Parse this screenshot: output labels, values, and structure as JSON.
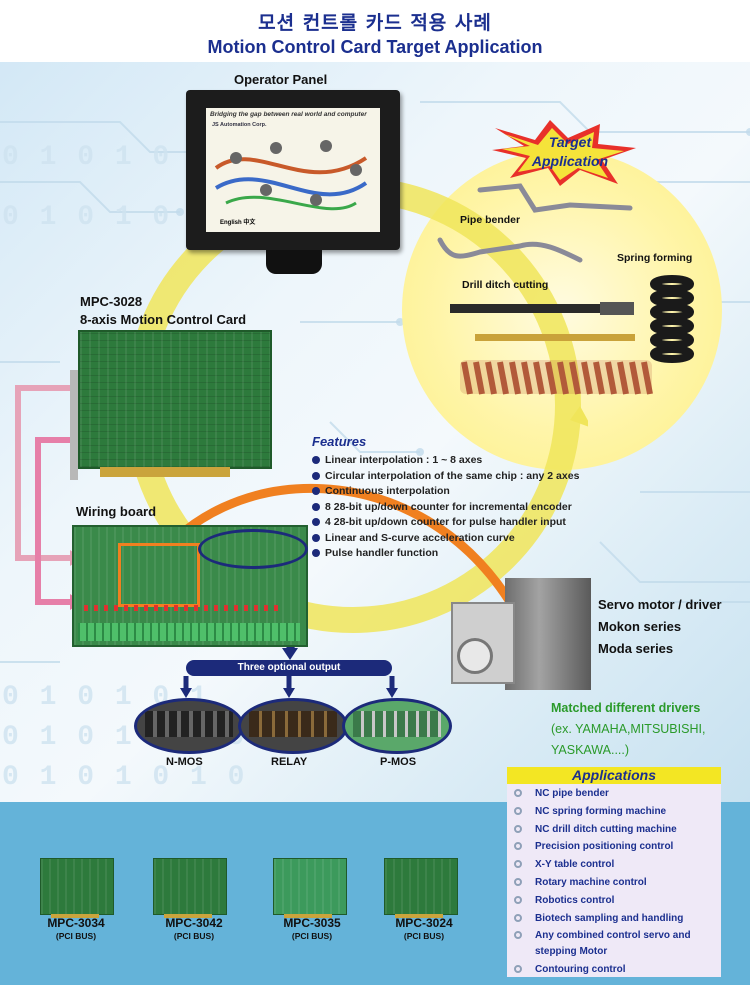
{
  "header": {
    "title_korean": "모션 컨트롤 카드 적용 사례",
    "title_english": "Motion Control Card Target Application"
  },
  "background_binary": [
    "0 1 0 1 0",
    "0 1 0 1 0 1",
    "0 1 0 1 0 1",
    "0 1 0 1 0 1 0 1",
    "0 1 0 1 0 1 0"
  ],
  "operator_panel": {
    "label": "Operator Panel",
    "screen_title": "Bridging the gap between real world and computer",
    "screen_brand": "JS Automation Corp.",
    "screen_lang": "English   中文"
  },
  "card": {
    "model": "MPC-3028",
    "description": "8-axis Motion Control Card"
  },
  "wiring_board": {
    "label": "Wiring board"
  },
  "target": {
    "line1": "Target",
    "line2": "Application",
    "labels": [
      "Pipe bender",
      "Spring forming",
      "Drill ditch cutting"
    ]
  },
  "features": {
    "title": "Features",
    "items": [
      "Linear interpolation  : 1 ~ 8 axes",
      "Circular interpolation of the same chip : any 2 axes",
      "Continuous interpolation",
      "8 28-bit up/down counter for incremental encoder",
      "4 28-bit up/down counter for pulse handler input",
      "Linear and S-curve acceleration curve",
      "Pulse handler function"
    ]
  },
  "optional_output": {
    "title": "Three optional output",
    "options": [
      "N-MOS",
      "RELAY",
      "P-MOS"
    ]
  },
  "servo": {
    "lines": [
      "Servo motor / driver",
      "Mokon series",
      "Moda series"
    ]
  },
  "drivers": {
    "title": "Matched different drivers",
    "line1": "(ex. YAMAHA,MITSUBISHI,",
    "line2": "YASKAWA....)"
  },
  "applications": {
    "title": "Applications",
    "items": [
      "NC pipe bender",
      "NC spring forming machine",
      "NC drill ditch cutting machine",
      "Precision positioning control",
      "X-Y table control",
      "Rotary machine control",
      "Robotics control",
      "Biotech sampling and handling",
      "Any combined control servo and stepping Motor",
      "Contouring control"
    ]
  },
  "pci_cards": [
    {
      "model": "MPC-3034",
      "bus": "(PCI BUS)"
    },
    {
      "model": "MPC-3042",
      "bus": "(PCI BUS)"
    },
    {
      "model": "MPC-3035",
      "bus": "(PCI BUS)"
    },
    {
      "model": "MPC-3024",
      "bus": "(PCI BUS)"
    }
  ],
  "colors": {
    "title_blue": "#1b2f8f",
    "accent_orange": "#f08020",
    "accent_yellow": "#f3e623",
    "footer_blue": "#64b3d9",
    "driver_green": "#2a9a2a",
    "link_pink": "#e67fa8"
  }
}
